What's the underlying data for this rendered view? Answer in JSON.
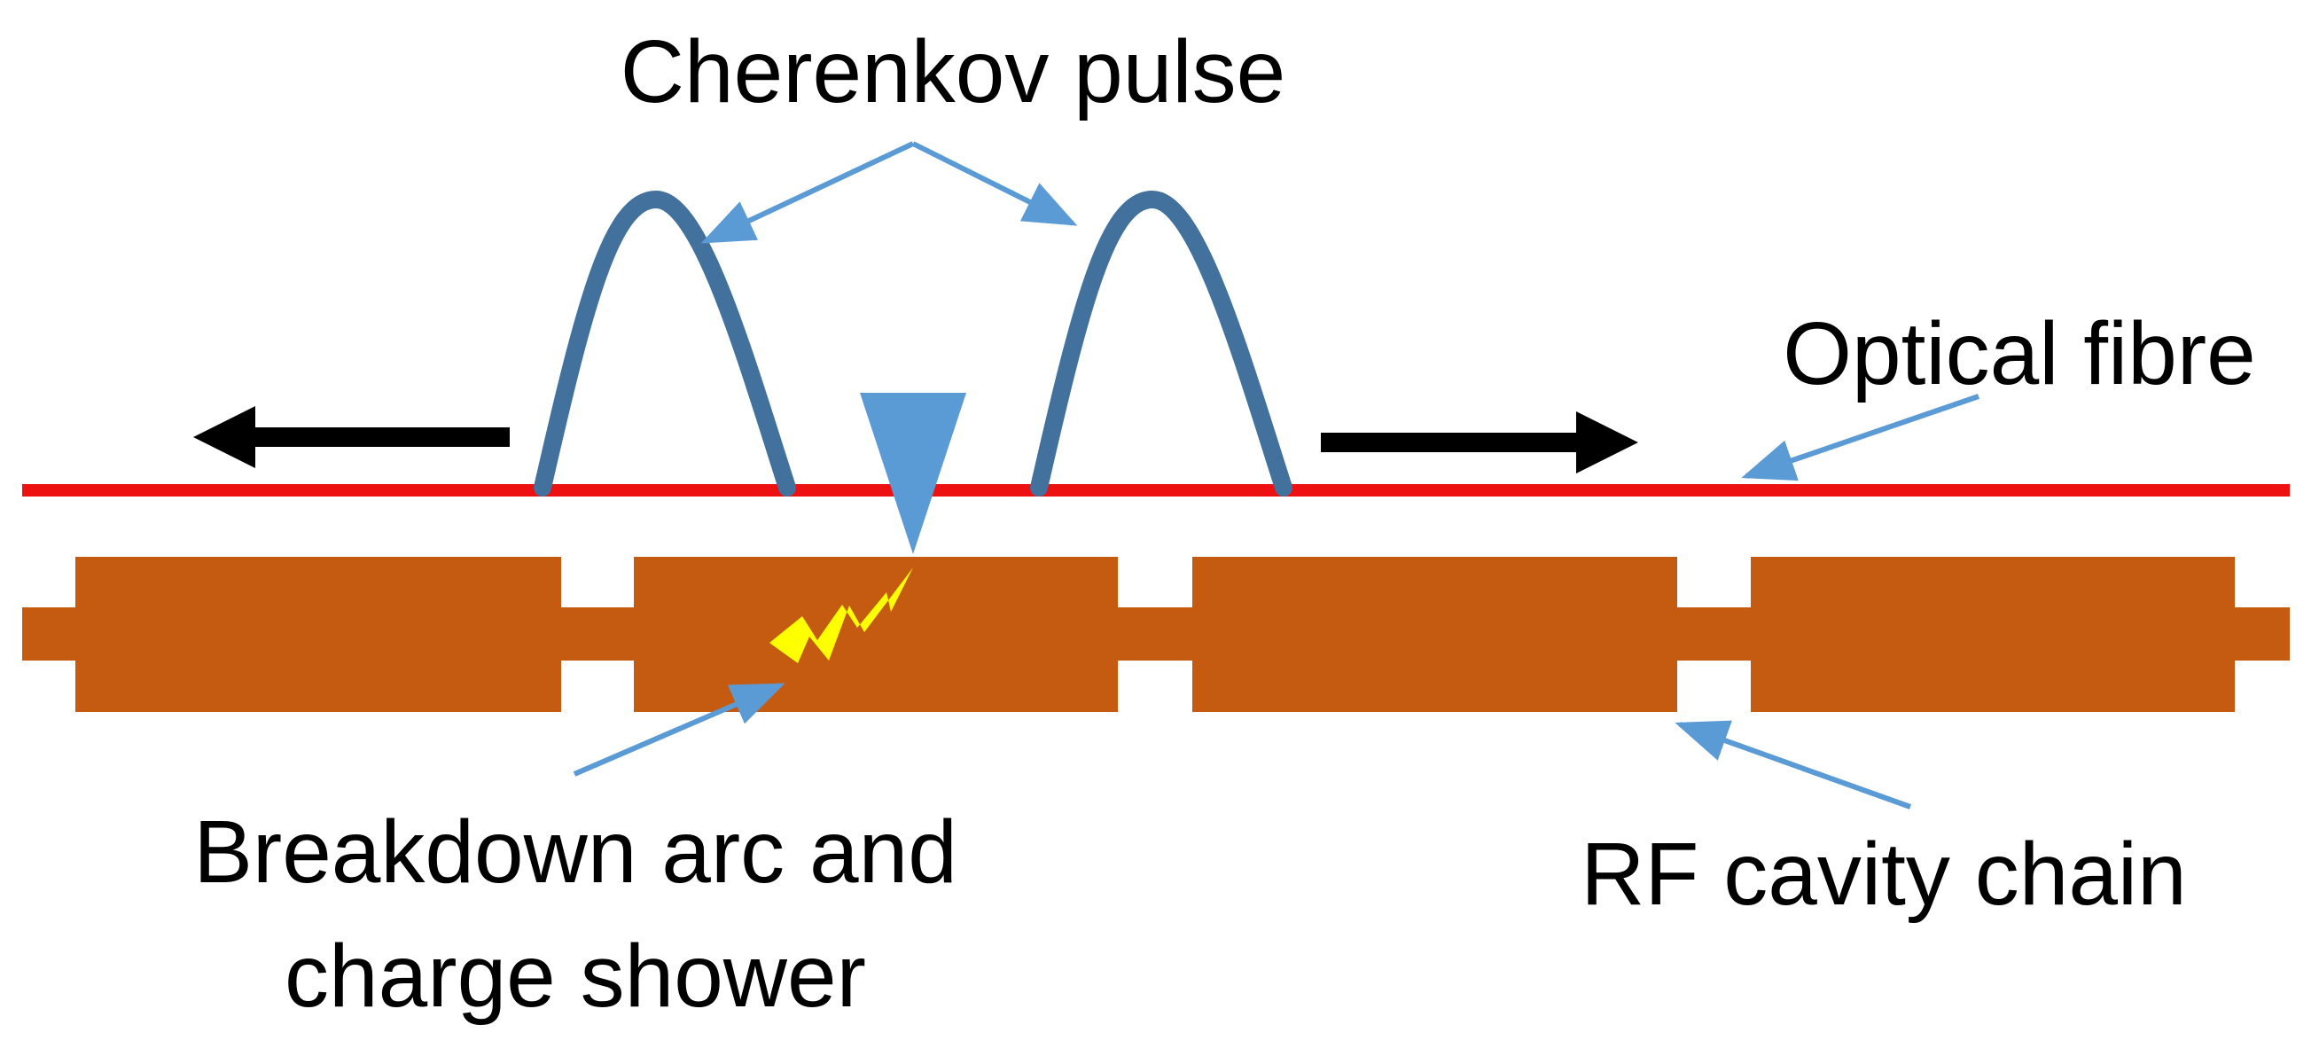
{
  "labels": {
    "cherenkov": "Cherenkov pulse",
    "fibre": "Optical fibre",
    "breakdown_line1": "Breakdown arc and",
    "breakdown_line2": "charge shower",
    "cavity": "RF cavity chain"
  },
  "colors": {
    "fibre": "#ee1111",
    "cavity": "#c55a11",
    "pulse": "#41719c",
    "pointer": "#5b9bd5",
    "arc": "#ffff00",
    "direction_arrow": "#000000",
    "text": "#000000"
  }
}
